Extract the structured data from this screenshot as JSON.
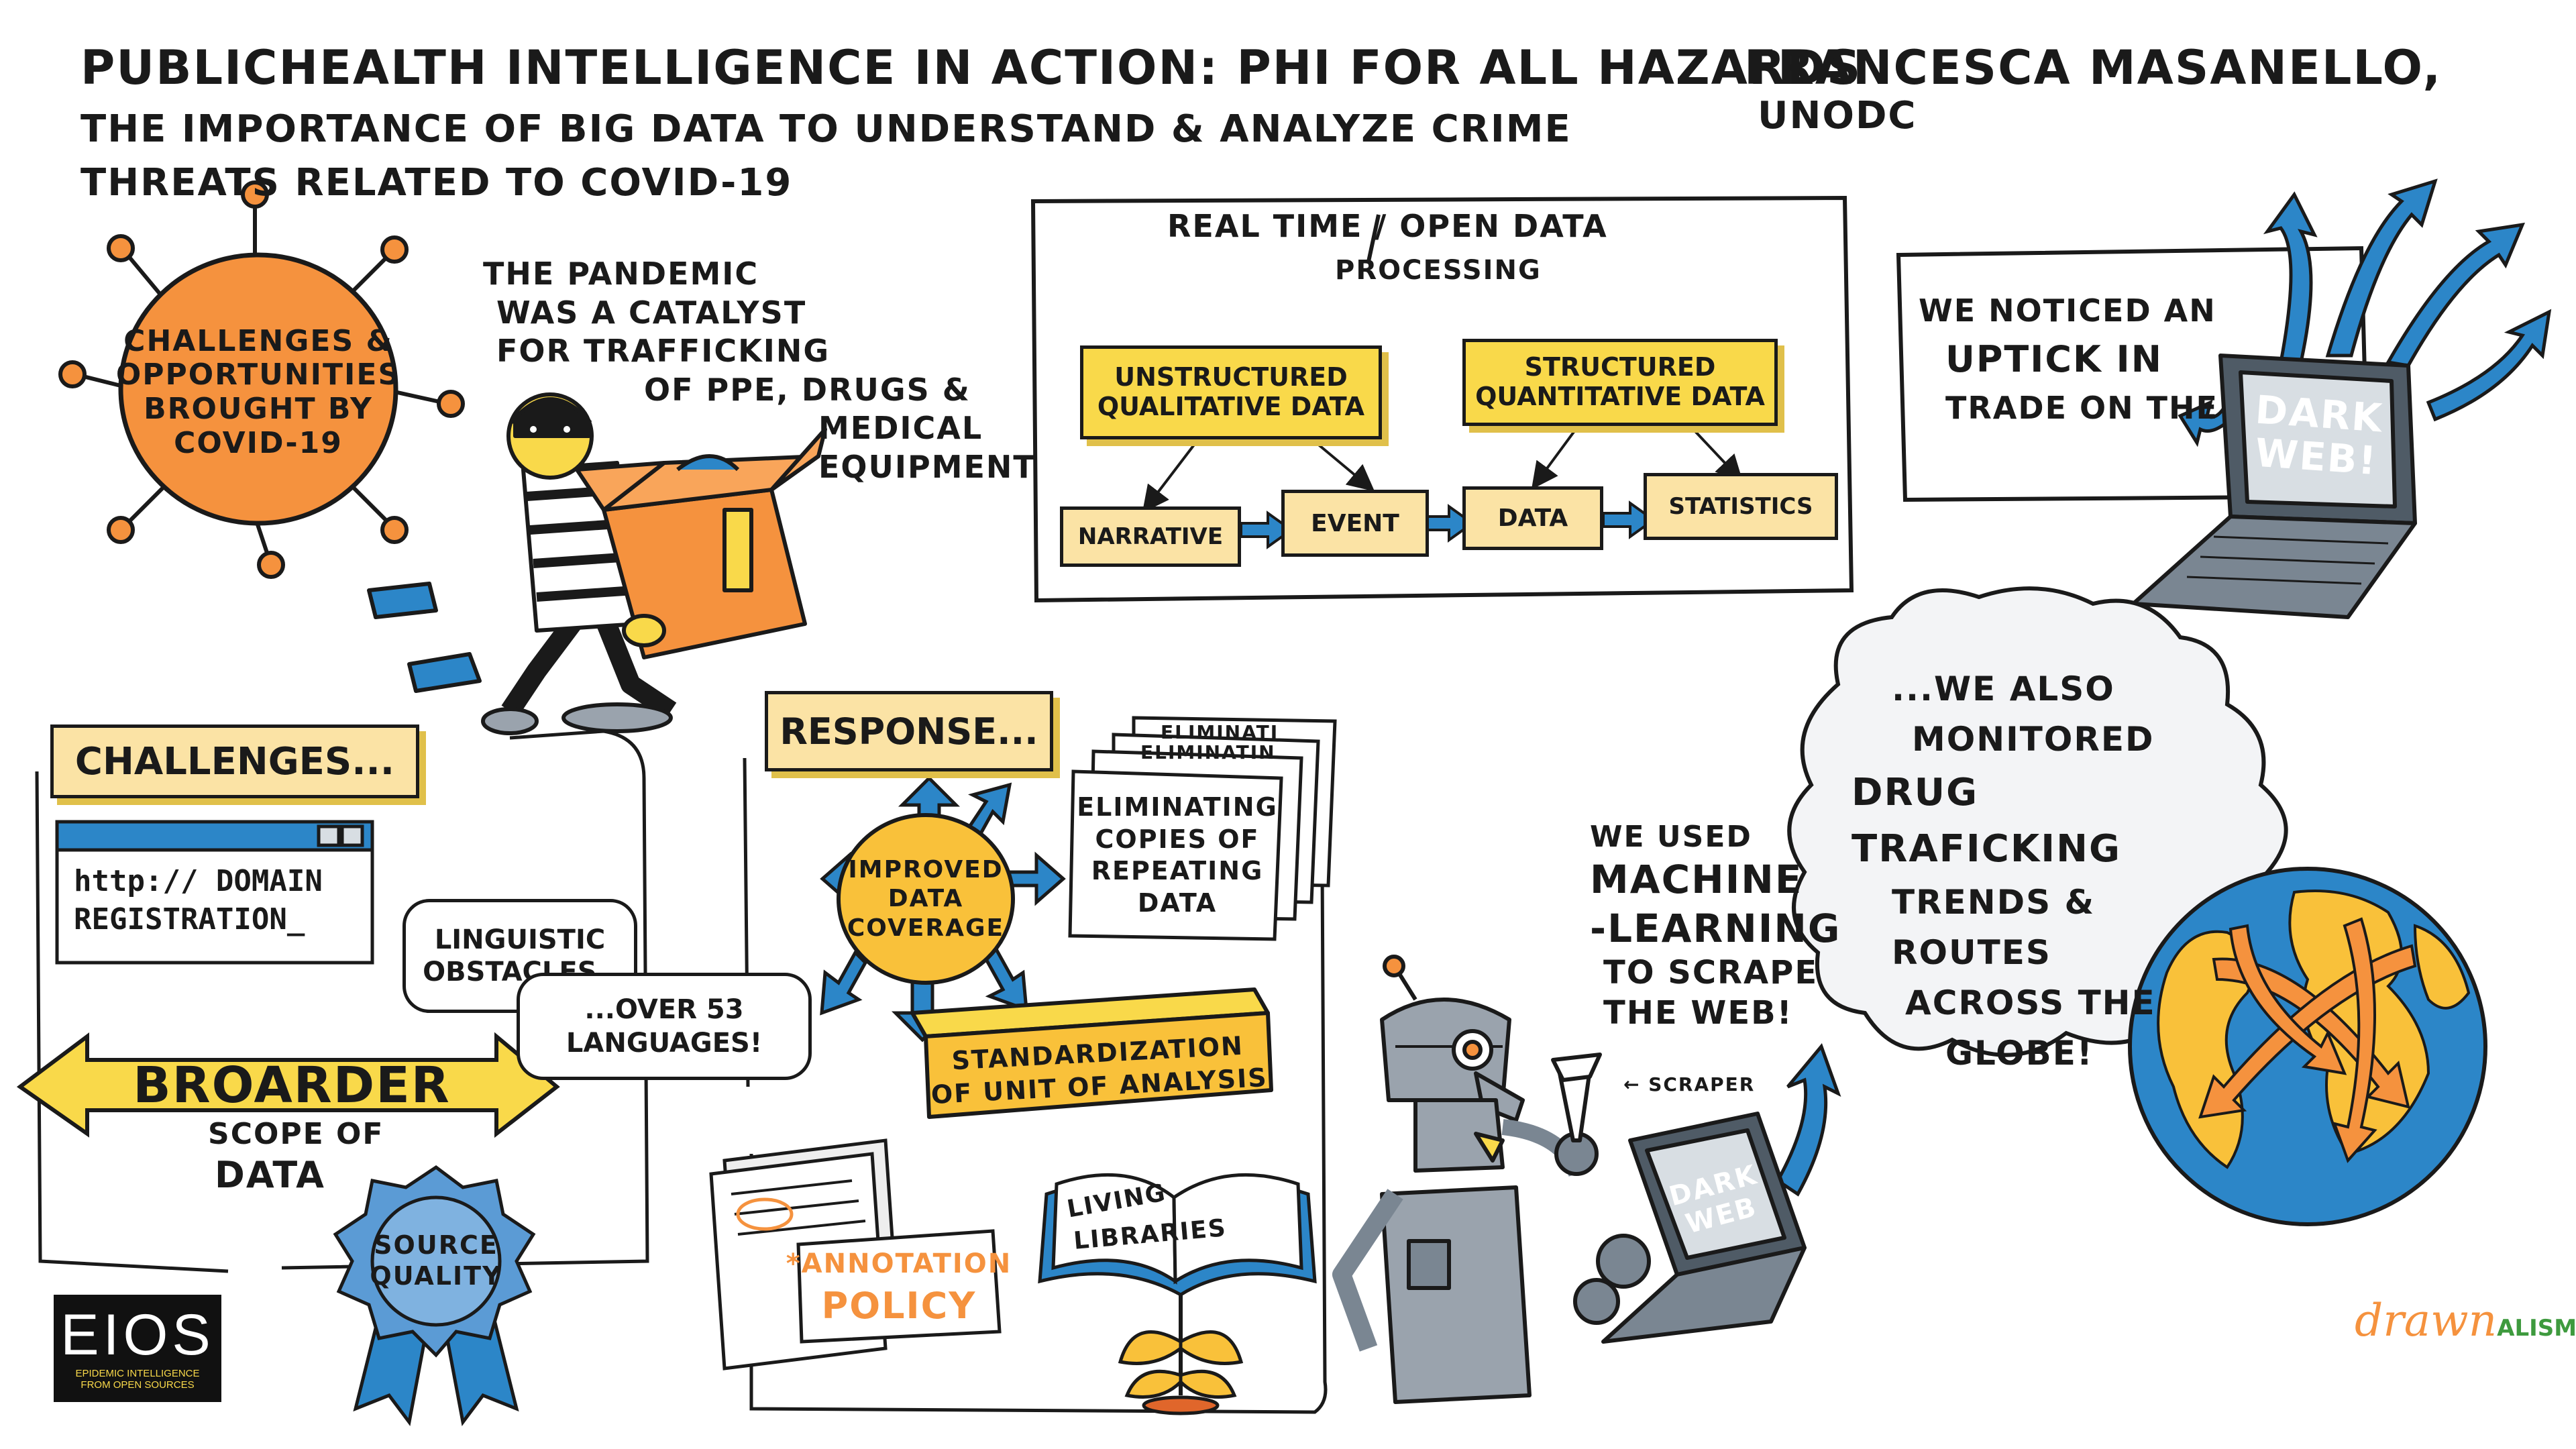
{
  "header": {
    "title_line1": "PUBLICHEALTH INTELLIGENCE IN ACTION: PHI FOR ALL HAZARDS",
    "author": "FRANCESCA MASANELLO,",
    "org": "UNODC",
    "subtitle_line1": "THE IMPORTANCE OF BIG DATA TO UNDERSTAND & ANALYZE CRIME",
    "subtitle_line2": "THREATS RELATED TO COVID-19"
  },
  "virus": {
    "text": "CHALLENGES & OPPORTUNITIES BROUGHT BY COVID-19"
  },
  "pandemic": {
    "line1": "THE PANDEMIC",
    "line2": "WAS A CATALYST",
    "line3": "FOR TRAFFICKING",
    "line4": "OF PPE, DRUGS &",
    "line5": "MEDICAL",
    "line6": "EQUIPMENT"
  },
  "processing": {
    "title1": "REAL TIME / OPEN DATA",
    "title2": "PROCESSING",
    "unstructured": "UNSTRUCTURED QUALITATIVE DATA",
    "structured": "STRUCTURED QUANTITATIVE DATA",
    "steps": [
      "NARRATIVE",
      "EVENT",
      "DATA",
      "STATISTICS"
    ]
  },
  "darkweb1": {
    "line1": "WE NOTICED AN",
    "line2": "UPTICK IN",
    "line3": "TRADE ON THE",
    "screen": "DARK WEB!"
  },
  "challenges": {
    "header": "CHALLENGES...",
    "url": "http:// DOMAIN REGISTRATION_",
    "linguistic": "LINGUISTIC OBSTACLES..",
    "languages": "...OVER 53 LANGUAGES!",
    "broarder": "BROARDER",
    "scope": "SCOPE OF",
    "data": "DATA",
    "source_quality": "SOURCE QUALITY"
  },
  "response": {
    "header": "RESPONSE...",
    "coverage": "IMPROVED DATA COVERAGE",
    "eliminating": "ELIMINATING COPIES OF REPEATING DATA",
    "eliminating_back1": "ELIMINATI",
    "eliminating_back2": "ELIMINATIN",
    "standardization1": "STANDARDIZATION",
    "standardization2": "OF UNIT OF ANALYSIS",
    "annotation1": "*ANNOTATION",
    "annotation2": "POLICY",
    "living1": "LIVING",
    "living2": "LIBRARIES"
  },
  "ml": {
    "line1": "WE USED",
    "line2": "MACHINE",
    "line3": "-LEARNING",
    "line4": "TO SCRAPE",
    "line5": "THE WEB!",
    "scraper": "← SCRAPER",
    "laptop": "DARK WEB"
  },
  "cloud": {
    "line1": "...WE ALSO",
    "line2": "MONITORED",
    "line3": "DRUG TRAFICKING",
    "line4": "TRENDS & ROUTES",
    "line5": "ACROSS THE",
    "line6": "GLOBE!"
  },
  "logos": {
    "eios": "EIOS",
    "eios_sub1": "EPIDEMIC INTELLIGENCE",
    "eios_sub2": "FROM OPEN SOURCES",
    "drawn": "drawn",
    "alism": "ALISM"
  },
  "colors": {
    "orange": "#f5923e",
    "yellow": "#f9d94a",
    "pale": "#fbe3a5",
    "blue": "#2c86c8",
    "slate": "#5b6b7c",
    "ink": "#1a1a1a"
  }
}
